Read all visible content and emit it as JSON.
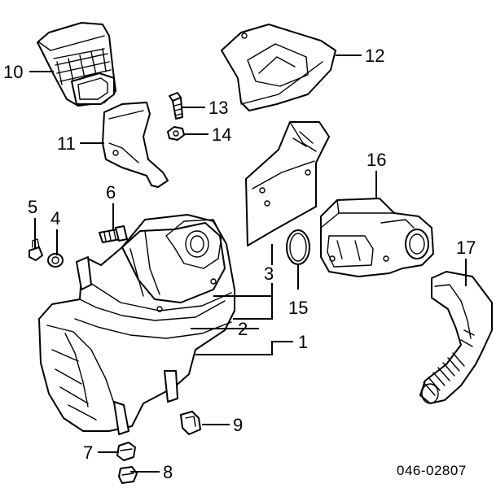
{
  "callouts": {
    "c1": "1",
    "c2": "2",
    "c3": "3",
    "c4": "4",
    "c5": "5",
    "c6": "6",
    "c7": "7",
    "c8": "8",
    "c9": "9",
    "c10": "10",
    "c11": "11",
    "c12": "12",
    "c13": "13",
    "c14": "14",
    "c15": "15",
    "c16": "16",
    "c17": "17"
  },
  "reference_code": "046-02807",
  "colors": {
    "ink": "#000000",
    "paper": "#ffffff"
  }
}
